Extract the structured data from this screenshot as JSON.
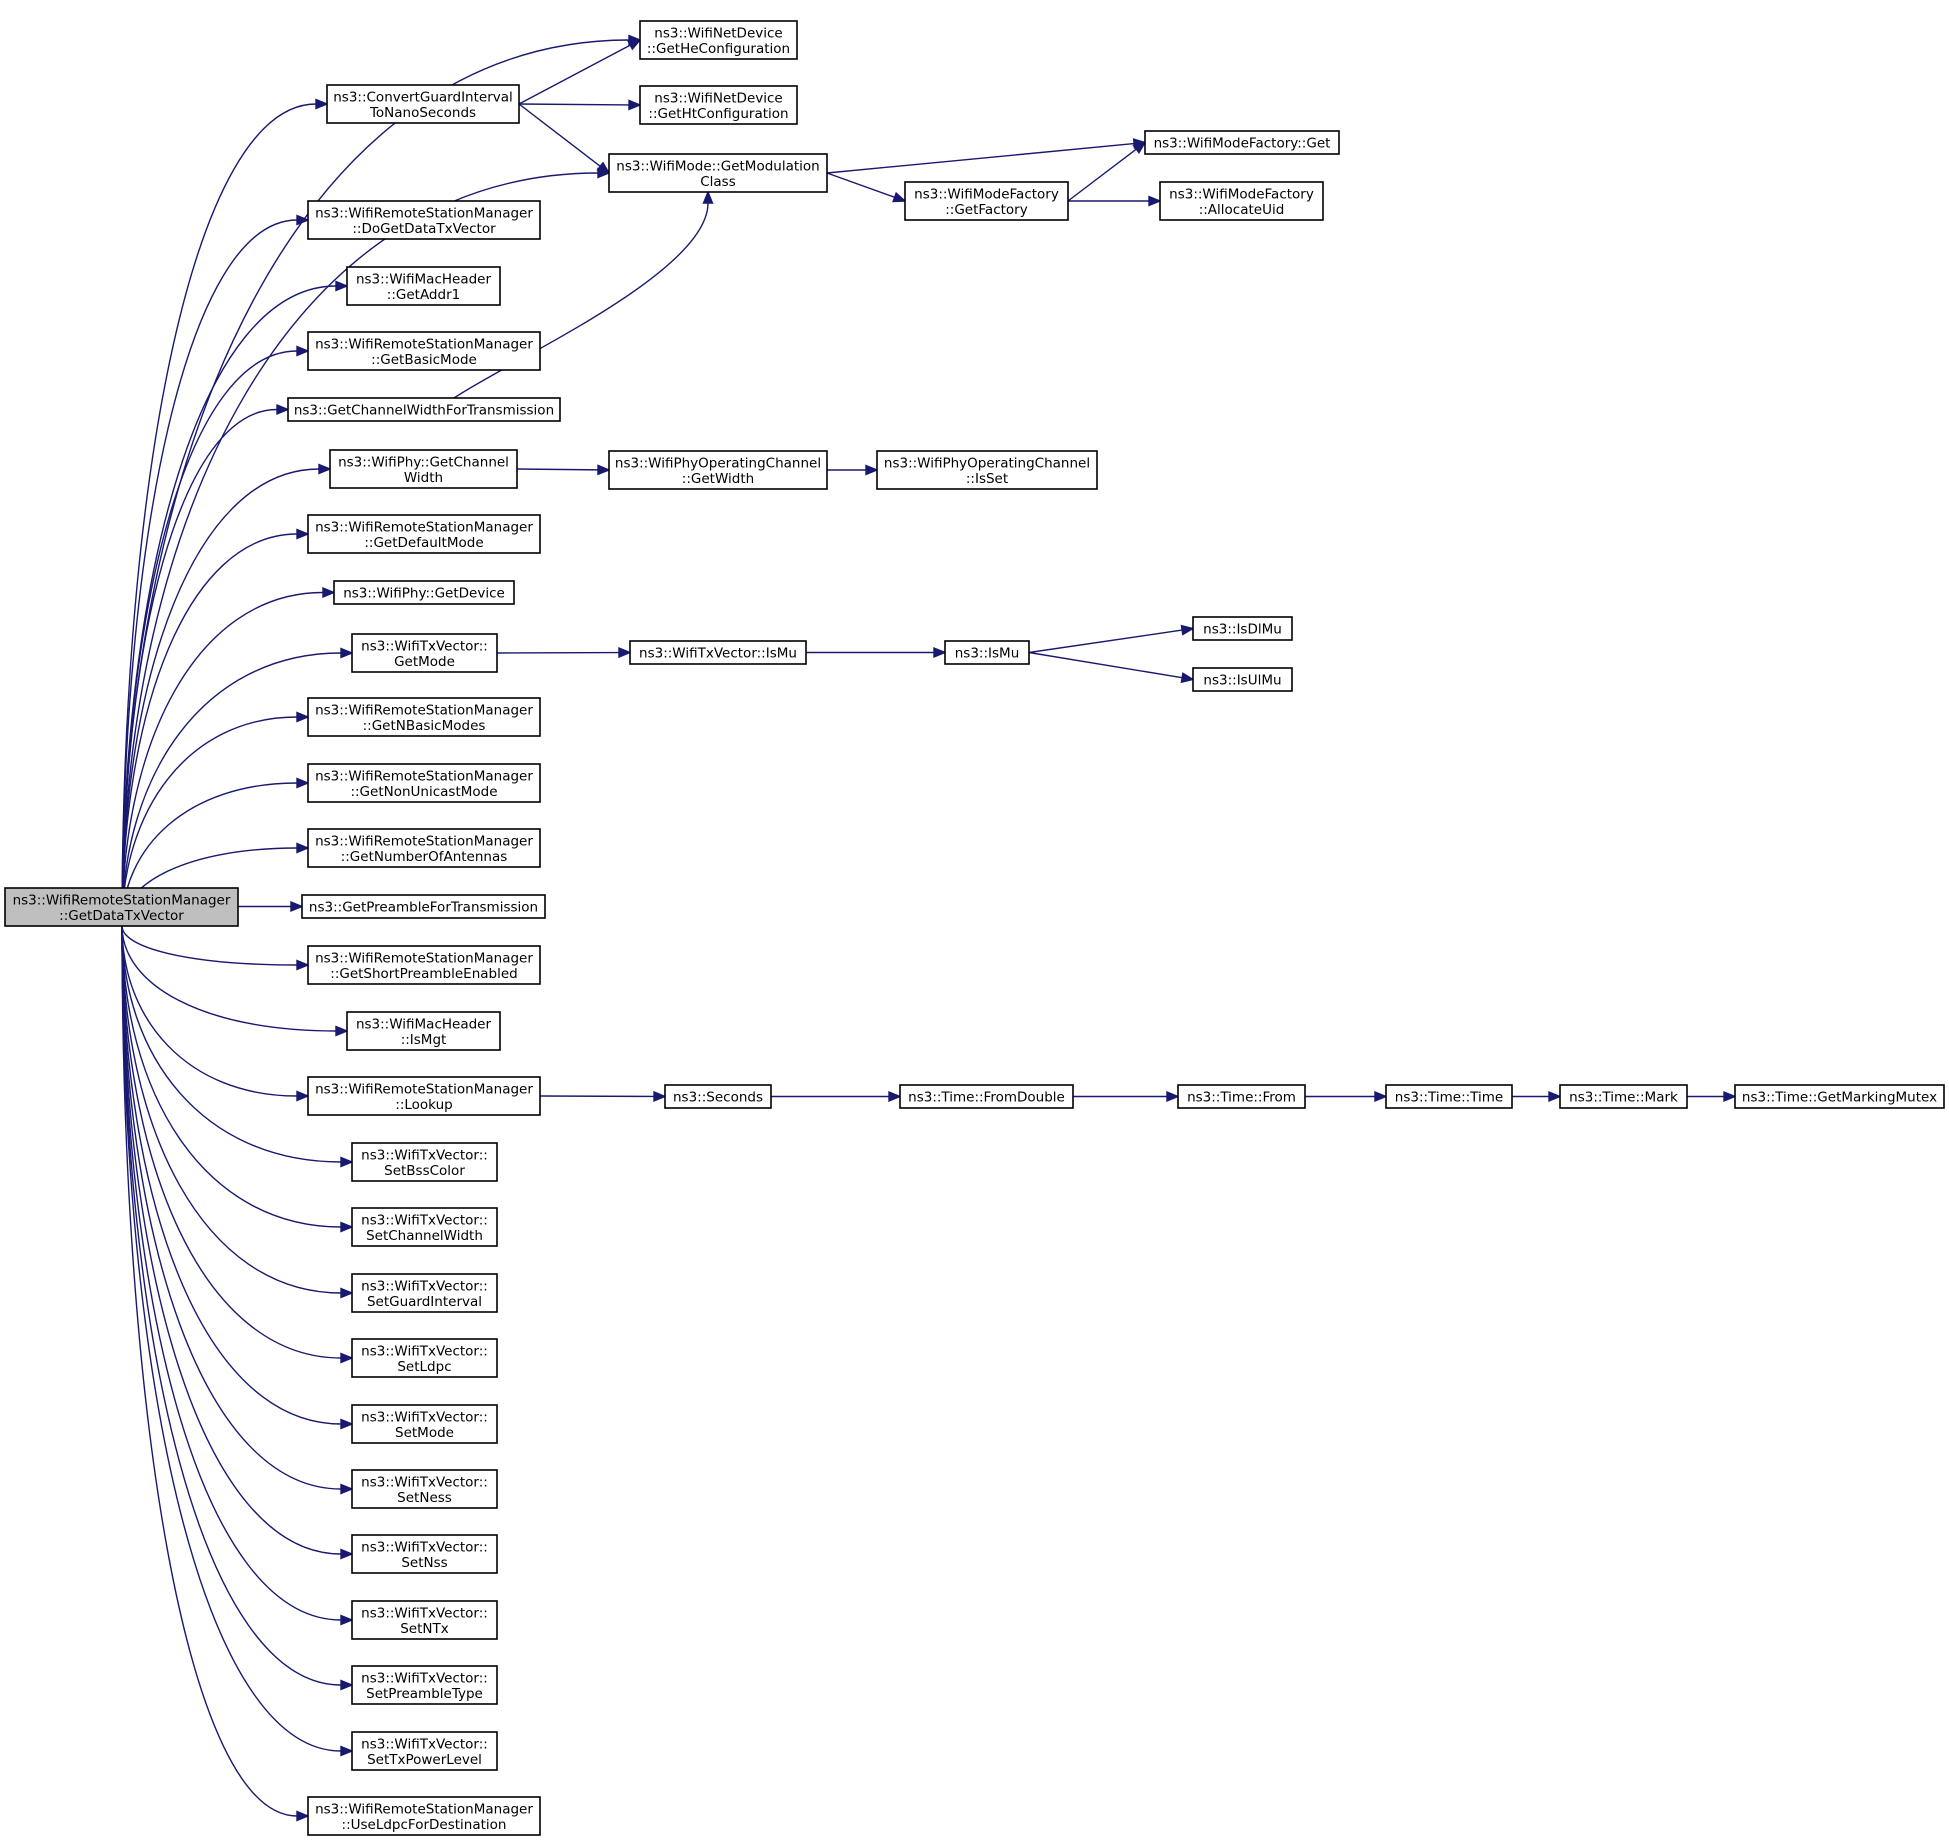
{
  "colors": {
    "edge": "#191970",
    "node_border": "#000000",
    "node_fill": "#ffffff",
    "root_fill": "#bfbfbf"
  },
  "nodes": [
    {
      "id": "root",
      "lines": [
        "ns3::WifiRemoteStationManager",
        "::GetDataTxVector"
      ]
    },
    {
      "id": "getHeConfiguration",
      "lines": [
        "ns3::WifiNetDevice",
        "::GetHeConfiguration"
      ]
    },
    {
      "id": "convertGI",
      "lines": [
        "ns3::ConvertGuardInterval",
        "ToNanoSeconds"
      ]
    },
    {
      "id": "getHtConfiguration",
      "lines": [
        "ns3::WifiNetDevice",
        "::GetHtConfiguration"
      ]
    },
    {
      "id": "getModulationClass",
      "lines": [
        "ns3::WifiMode::GetModulation",
        "Class"
      ]
    },
    {
      "id": "factoryGet",
      "lines": [
        "ns3::WifiModeFactory::Get"
      ]
    },
    {
      "id": "getFactory",
      "lines": [
        "ns3::WifiModeFactory",
        "::GetFactory"
      ]
    },
    {
      "id": "allocateUid",
      "lines": [
        "ns3::WifiModeFactory",
        "::AllocateUid"
      ]
    },
    {
      "id": "doGetDataTxVector",
      "lines": [
        "ns3::WifiRemoteStationManager",
        "::DoGetDataTxVector"
      ]
    },
    {
      "id": "getAddr1",
      "lines": [
        "ns3::WifiMacHeader",
        "::GetAddr1"
      ]
    },
    {
      "id": "getBasicMode",
      "lines": [
        "ns3::WifiRemoteStationManager",
        "::GetBasicMode"
      ]
    },
    {
      "id": "getCWForTx",
      "lines": [
        "ns3::GetChannelWidthForTransmission"
      ]
    },
    {
      "id": "phyGetChannelWidth",
      "lines": [
        "ns3::WifiPhy::GetChannel",
        "Width"
      ]
    },
    {
      "id": "opChGetWidth",
      "lines": [
        "ns3::WifiPhyOperatingChannel",
        "::GetWidth"
      ]
    },
    {
      "id": "opChIsSet",
      "lines": [
        "ns3::WifiPhyOperatingChannel",
        "::IsSet"
      ]
    },
    {
      "id": "getDefaultMode",
      "lines": [
        "ns3::WifiRemoteStationManager",
        "::GetDefaultMode"
      ]
    },
    {
      "id": "phyGetDevice",
      "lines": [
        "ns3::WifiPhy::GetDevice"
      ]
    },
    {
      "id": "txvGetMode",
      "lines": [
        "ns3::WifiTxVector::",
        "GetMode"
      ]
    },
    {
      "id": "txvIsMu",
      "lines": [
        "ns3::WifiTxVector::IsMu"
      ]
    },
    {
      "id": "isMu",
      "lines": [
        "ns3::IsMu"
      ]
    },
    {
      "id": "isDlMu",
      "lines": [
        "ns3::IsDlMu"
      ]
    },
    {
      "id": "isUlMu",
      "lines": [
        "ns3::IsUlMu"
      ]
    },
    {
      "id": "getNBasicModes",
      "lines": [
        "ns3::WifiRemoteStationManager",
        "::GetNBasicModes"
      ]
    },
    {
      "id": "getNonUnicastMode",
      "lines": [
        "ns3::WifiRemoteStationManager",
        "::GetNonUnicastMode"
      ]
    },
    {
      "id": "getNumberOfAntennas",
      "lines": [
        "ns3::WifiRemoteStationManager",
        "::GetNumberOfAntennas"
      ]
    },
    {
      "id": "getPreambleForTx",
      "lines": [
        "ns3::GetPreambleForTransmission"
      ]
    },
    {
      "id": "getShortPreambleEnabled",
      "lines": [
        "ns3::WifiRemoteStationManager",
        "::GetShortPreambleEnabled"
      ]
    },
    {
      "id": "isMgt",
      "lines": [
        "ns3::WifiMacHeader",
        "::IsMgt"
      ]
    },
    {
      "id": "lookup",
      "lines": [
        "ns3::WifiRemoteStationManager",
        "::Lookup"
      ]
    },
    {
      "id": "seconds",
      "lines": [
        "ns3::Seconds"
      ]
    },
    {
      "id": "fromDouble",
      "lines": [
        "ns3::Time::FromDouble"
      ]
    },
    {
      "id": "timeFrom",
      "lines": [
        "ns3::Time::From"
      ]
    },
    {
      "id": "timeTime",
      "lines": [
        "ns3::Time::Time"
      ]
    },
    {
      "id": "timeMark",
      "lines": [
        "ns3::Time::Mark"
      ]
    },
    {
      "id": "getMarkingMutex",
      "lines": [
        "ns3::Time::GetMarkingMutex"
      ]
    },
    {
      "id": "setBssColor",
      "lines": [
        "ns3::WifiTxVector::",
        "SetBssColor"
      ]
    },
    {
      "id": "setChannelWidth",
      "lines": [
        "ns3::WifiTxVector::",
        "SetChannelWidth"
      ]
    },
    {
      "id": "setGuardInterval",
      "lines": [
        "ns3::WifiTxVector::",
        "SetGuardInterval"
      ]
    },
    {
      "id": "setLdpc",
      "lines": [
        "ns3::WifiTxVector::",
        "SetLdpc"
      ]
    },
    {
      "id": "setMode",
      "lines": [
        "ns3::WifiTxVector::",
        "SetMode"
      ]
    },
    {
      "id": "setNess",
      "lines": [
        "ns3::WifiTxVector::",
        "SetNess"
      ]
    },
    {
      "id": "setNss",
      "lines": [
        "ns3::WifiTxVector::",
        "SetNss"
      ]
    },
    {
      "id": "setNTx",
      "lines": [
        "ns3::WifiTxVector::",
        "SetNTx"
      ]
    },
    {
      "id": "setPreambleType",
      "lines": [
        "ns3::WifiTxVector::",
        "SetPreambleType"
      ]
    },
    {
      "id": "setTxPowerLevel",
      "lines": [
        "ns3::WifiTxVector::",
        "SetTxPowerLevel"
      ]
    },
    {
      "id": "useLdpcForDestination",
      "lines": [
        "ns3::WifiRemoteStationManager",
        "::UseLdpcForDestination"
      ]
    }
  ],
  "edges": [
    [
      "root",
      "getHeConfiguration"
    ],
    [
      "root",
      "convertGI"
    ],
    [
      "root",
      "getModulationClass"
    ],
    [
      "root",
      "doGetDataTxVector"
    ],
    [
      "root",
      "getAddr1"
    ],
    [
      "root",
      "getBasicMode"
    ],
    [
      "root",
      "getCWForTx"
    ],
    [
      "root",
      "phyGetChannelWidth"
    ],
    [
      "root",
      "getDefaultMode"
    ],
    [
      "root",
      "phyGetDevice"
    ],
    [
      "root",
      "txvGetMode"
    ],
    [
      "root",
      "getNBasicModes"
    ],
    [
      "root",
      "getNonUnicastMode"
    ],
    [
      "root",
      "getNumberOfAntennas"
    ],
    [
      "root",
      "getPreambleForTx"
    ],
    [
      "root",
      "getShortPreambleEnabled"
    ],
    [
      "root",
      "isMgt"
    ],
    [
      "root",
      "lookup"
    ],
    [
      "root",
      "setBssColor"
    ],
    [
      "root",
      "setChannelWidth"
    ],
    [
      "root",
      "setGuardInterval"
    ],
    [
      "root",
      "setLdpc"
    ],
    [
      "root",
      "setMode"
    ],
    [
      "root",
      "setNess"
    ],
    [
      "root",
      "setNss"
    ],
    [
      "root",
      "setNTx"
    ],
    [
      "root",
      "setPreambleType"
    ],
    [
      "root",
      "setTxPowerLevel"
    ],
    [
      "root",
      "useLdpcForDestination"
    ],
    [
      "convertGI",
      "getHeConfiguration"
    ],
    [
      "convertGI",
      "getHtConfiguration"
    ],
    [
      "convertGI",
      "getModulationClass"
    ],
    [
      "getModulationClass",
      "factoryGet"
    ],
    [
      "getModulationClass",
      "getFactory"
    ],
    [
      "getFactory",
      "factoryGet"
    ],
    [
      "getFactory",
      "allocateUid"
    ],
    [
      "getCWForTx",
      "getModulationClass"
    ],
    [
      "phyGetChannelWidth",
      "opChGetWidth"
    ],
    [
      "opChGetWidth",
      "opChIsSet"
    ],
    [
      "txvGetMode",
      "txvIsMu"
    ],
    [
      "txvIsMu",
      "isMu"
    ],
    [
      "isMu",
      "isDlMu"
    ],
    [
      "isMu",
      "isUlMu"
    ],
    [
      "lookup",
      "seconds"
    ],
    [
      "seconds",
      "fromDouble"
    ],
    [
      "fromDouble",
      "timeFrom"
    ],
    [
      "timeFrom",
      "timeTime"
    ],
    [
      "timeTime",
      "timeMark"
    ],
    [
      "timeMark",
      "getMarkingMutex"
    ]
  ]
}
